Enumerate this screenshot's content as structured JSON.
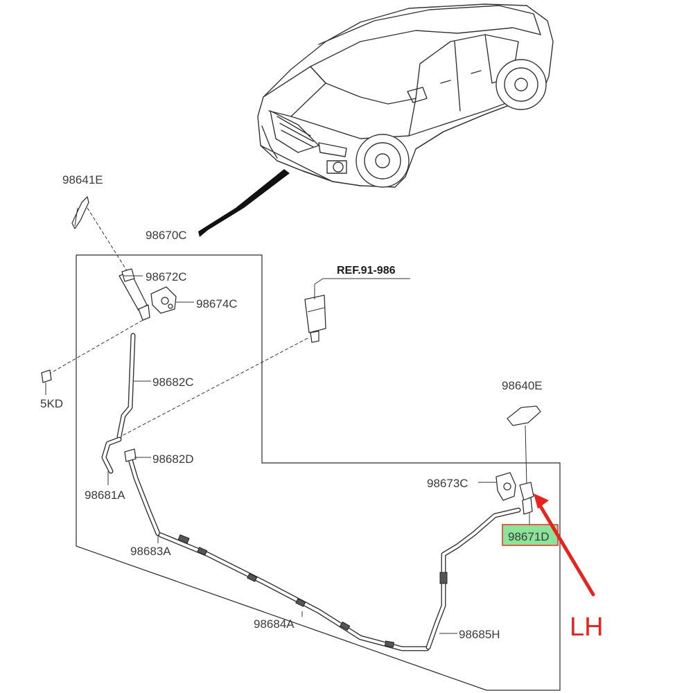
{
  "labels": {
    "p98641E": "98641E",
    "p98670C": "98670C",
    "p98672C": "98672C",
    "p98674C": "98674C",
    "ref": "REF.91-986",
    "p98682C": "98682C",
    "p5KD": "5KD",
    "p98640E": "98640E",
    "p98682D": "98682D",
    "p98681A": "98681A",
    "p98673C": "98673C",
    "p98671D": "98671D",
    "p98683A": "98683A",
    "p98684A": "98684A",
    "p98685H": "98685H",
    "side": "LH"
  },
  "colors": {
    "line": "#333333",
    "highlight_fill": "#8ee39a",
    "highlight_border": "#e8231d",
    "arrow": "#e8231d",
    "side_text": "#e8231d"
  },
  "highlighted_part": "98671D"
}
